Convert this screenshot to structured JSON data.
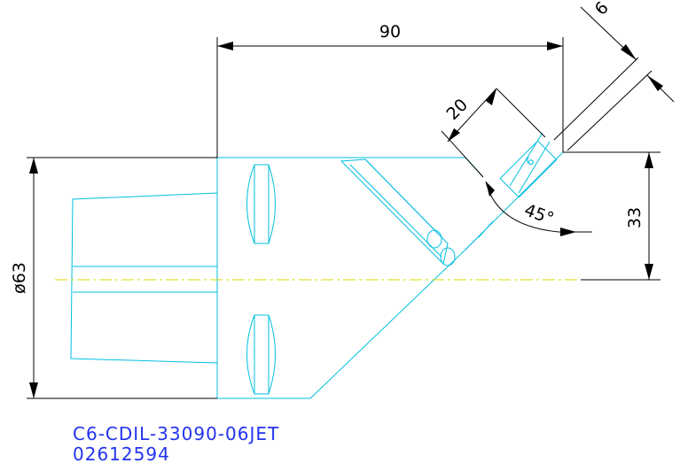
{
  "drawing": {
    "dimensions": {
      "overall_width": "90",
      "offset_height": "33",
      "port_width": "20",
      "small_gap": "6",
      "angle": "45°",
      "diameter": "ø63"
    },
    "title_block": {
      "part_number": "C6-CDIL-33090-06JET",
      "serial_number": "02612594"
    },
    "colors": {
      "outline": "#00bfe0",
      "dimension": "#000000",
      "centerline": "#d8d800",
      "label": "#2233ee"
    }
  }
}
